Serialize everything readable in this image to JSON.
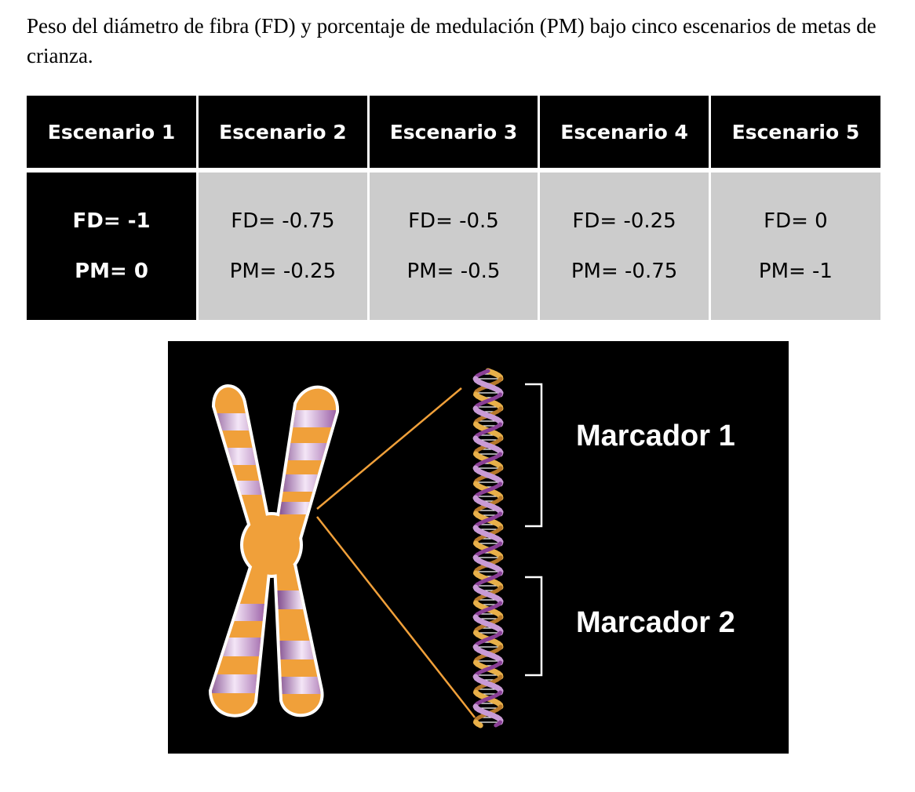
{
  "caption": "Peso del diámetro de fibra (FD) y porcentaje de medulación (PM) bajo cinco escenarios de metas de crianza.",
  "table": {
    "headers": [
      "Escenario 1",
      "Escenario 2",
      "Escenario 3",
      "Escenario 4",
      "Escenario 5"
    ],
    "fd": [
      "FD= -1",
      "FD= -0.75",
      "FD= -0.5",
      "FD= -0.25",
      "FD= 0"
    ],
    "pm": [
      "PM= 0",
      "PM= -0.25",
      "PM= -0.5",
      "PM= -0.75",
      "PM= -1"
    ]
  },
  "figure": {
    "marker_1": "Marcador 1",
    "marker_2": "Marcador 2",
    "icons": [
      "chromosome-icon",
      "dna-helix-icon"
    ],
    "colors": {
      "orange": "#f0a03a",
      "purple": "#8a3f96",
      "background": "#000000"
    }
  }
}
